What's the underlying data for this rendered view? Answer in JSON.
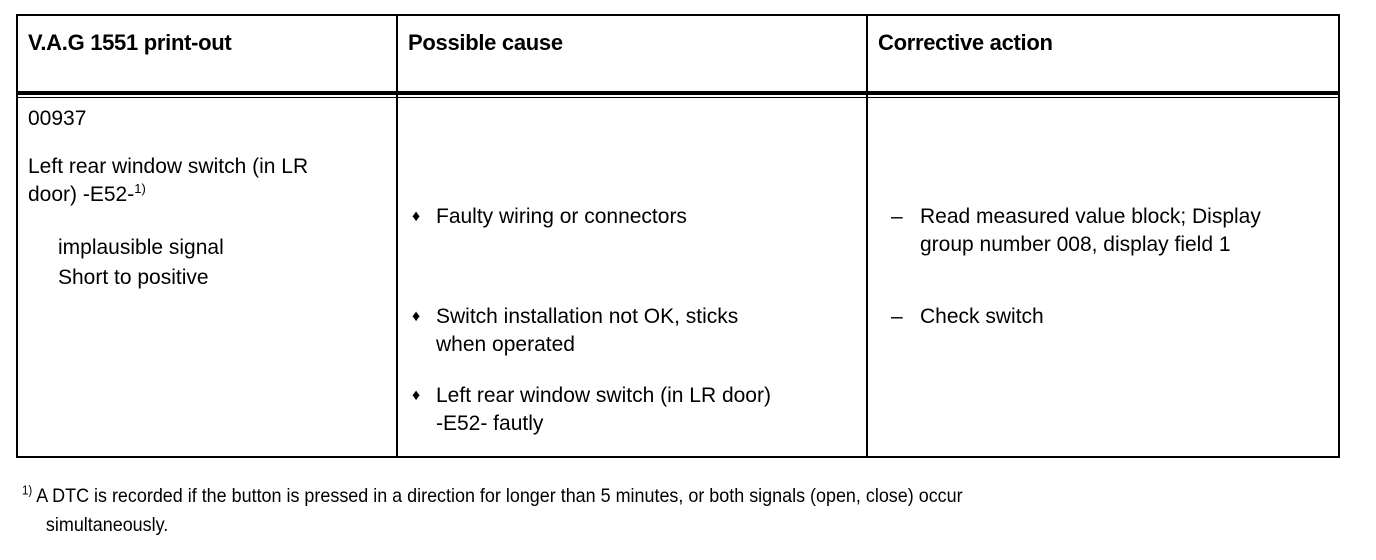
{
  "table": {
    "headers": [
      "V.A.G 1551 print-out",
      "Possible cause",
      "Corrective action"
    ],
    "row": {
      "printout": {
        "code": "00937",
        "name_line1": "Left rear window switch (in LR",
        "name_line2": "door) -E52-",
        "footnote_marker": "1)",
        "sub_lines": [
          "implausible signal",
          "Short to positive"
        ]
      },
      "possible_causes": [
        {
          "bullet": "diamond-bullet",
          "line1": "Faulty wiring or connectors",
          "line2": ""
        },
        {
          "bullet": "diamond-bullet",
          "line1": "Switch installation not OK, sticks",
          "line2": "when operated"
        },
        {
          "bullet": "diamond-bullet",
          "line1": "Left rear window switch (in LR door)",
          "line2": "-E52- fautly"
        }
      ],
      "corrective_actions": [
        {
          "dash": "–",
          "line1": "Read measured value block; Display",
          "line2": "group number  008, display field 1"
        },
        {
          "dash": "–",
          "line1": "Check switch",
          "line2": ""
        }
      ]
    }
  },
  "footnote": {
    "marker": "1)",
    "line1": "A DTC is recorded if the button is pressed in a direction for longer than 5 minutes, or both signals (open, close) occur",
    "line2": "simultaneously."
  },
  "glyphs": {
    "diamond": "♦",
    "en_dash": "–"
  },
  "colors": {
    "ink": "#000000",
    "paper": "#ffffff"
  }
}
